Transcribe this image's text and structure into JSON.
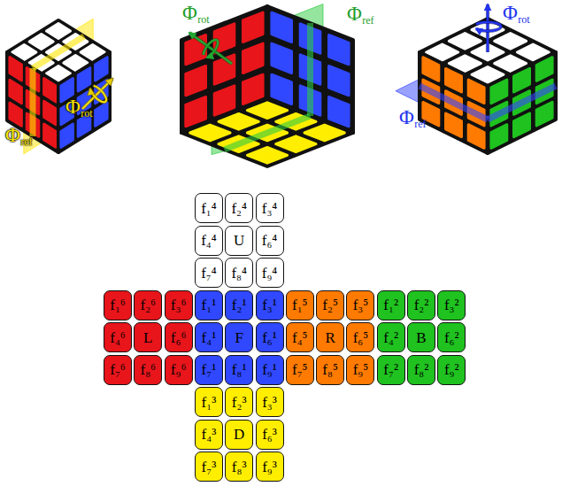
{
  "diagram": {
    "nodes": [
      {
        "text": [
          "f₁⁴"
        ]
      },
      {
        "text": [
          "f₂⁴"
        ]
      },
      {
        "text": [
          "f₃⁴"
        ]
      },
      {
        "text": [
          "f₄⁴"
        ]
      },
      {
        "text": [
          "U"
        ]
      },
      {
        "text": [
          "f₆⁴"
        ]
      },
      {
        "text": [
          "f₇⁴"
        ]
      },
      {
        "text": [
          "f₈⁴"
        ]
      },
      {
        "text": [
          "f₉⁴"
        ]
      },
      {
        "text": [
          "f₁⁶"
        ]
      },
      {
        "text": [
          "f₂⁶"
        ]
      },
      {
        "text": [
          "f₃⁶"
        ]
      },
      {
        "text": [
          "f₁¹"
        ]
      },
      {
        "text": [
          "f₂¹"
        ]
      },
      {
        "text": [
          "f₃¹"
        ]
      },
      {
        "text": [
          "f₁⁵"
        ]
      },
      {
        "text": [
          "f₂⁵"
        ]
      },
      {
        "text": [
          "f₃⁵"
        ]
      },
      {
        "text": [
          "f₁²"
        ]
      },
      {
        "text": [
          "f₂²"
        ]
      },
      {
        "text": [
          "f₃²"
        ]
      },
      {
        "text": [
          "f₄⁶"
        ]
      },
      {
        "text": [
          "L"
        ]
      },
      {
        "text": [
          "f₆⁶"
        ]
      },
      {
        "text": [
          "f₄¹"
        ]
      },
      {
        "text": [
          "F"
        ]
      },
      {
        "text": [
          "f₆¹"
        ]
      },
      {
        "text": [
          "f₄⁵"
        ]
      },
      {
        "text": [
          "R"
        ]
      },
      {
        "text": [
          "f₆⁵"
        ]
      },
      {
        "text": [
          "f₄²"
        ]
      },
      {
        "text": [
          "B"
        ]
      },
      {
        "text": [
          "f₆²"
        ]
      },
      {
        "text": [
          "f₇⁶"
        ]
      },
      {
        "text": [
          "f₈⁶"
        ]
      },
      {
        "text": [
          "f₉⁶"
        ]
      },
      {
        "text": [
          "f₇¹"
        ]
      },
      {
        "text": [
          "f₈¹"
        ]
      },
      {
        "text": [
          "f₉¹"
        ]
      },
      {
        "text": [
          "f₇⁵"
        ]
      },
      {
        "text": [
          "f₈⁵"
        ]
      },
      {
        "text": [
          "f₉⁵"
        ]
      },
      {
        "text": [
          "f₇²"
        ]
      },
      {
        "text": [
          "f₈²"
        ]
      },
      {
        "text": [
          "f₉²"
        ]
      },
      {
        "text": [
          "f₁³"
        ]
      },
      {
        "text": [
          "f₂³"
        ]
      },
      {
        "text": [
          "f₃³"
        ]
      },
      {
        "text": [
          "f₄³"
        ]
      },
      {
        "text": [
          "D"
        ]
      },
      {
        "text": [
          "f₆³"
        ]
      },
      {
        "text": [
          "f₇³"
        ]
      },
      {
        "text": [
          "f₈³"
        ]
      },
      {
        "text": [
          "f₉³"
        ]
      }
    ],
    "labels": [
      "Φ",
      "rot",
      "Φ",
      "ref",
      "Φ",
      "rot",
      "Φ",
      "ref",
      "Φ",
      "rot",
      "Φ",
      "ref"
    ]
  }
}
